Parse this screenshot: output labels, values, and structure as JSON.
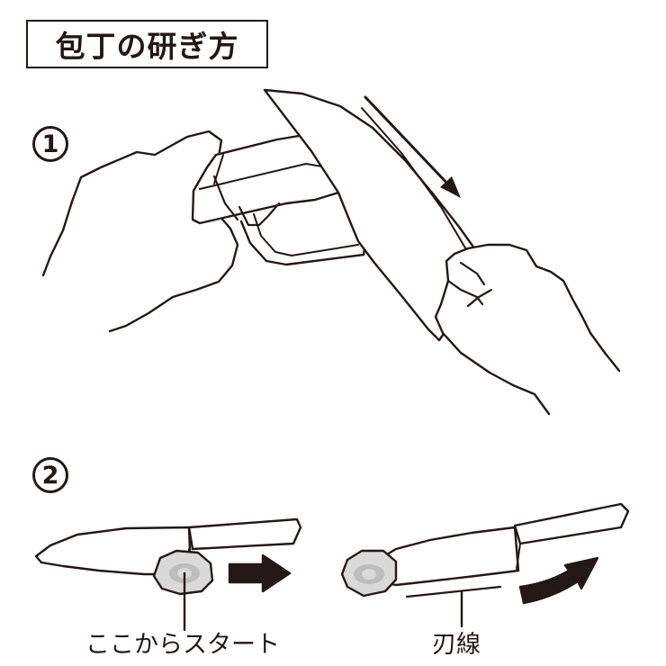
{
  "title": "包丁の研ぎ方",
  "steps": [
    {
      "number": "1"
    },
    {
      "number": "2"
    }
  ],
  "labels": {
    "start_here": "ここからスタート",
    "blade_line": "刃線"
  },
  "colors": {
    "line": "#231815",
    "stone_fill": "#d9d9d9",
    "inner_fill": "#bdbdbd",
    "background": "#ffffff"
  },
  "icons": {
    "direction_arrow": "thin-diagonal-arrow",
    "push_arrow": "bold-right-arrow",
    "curve_arrow": "bold-curved-arrow"
  }
}
